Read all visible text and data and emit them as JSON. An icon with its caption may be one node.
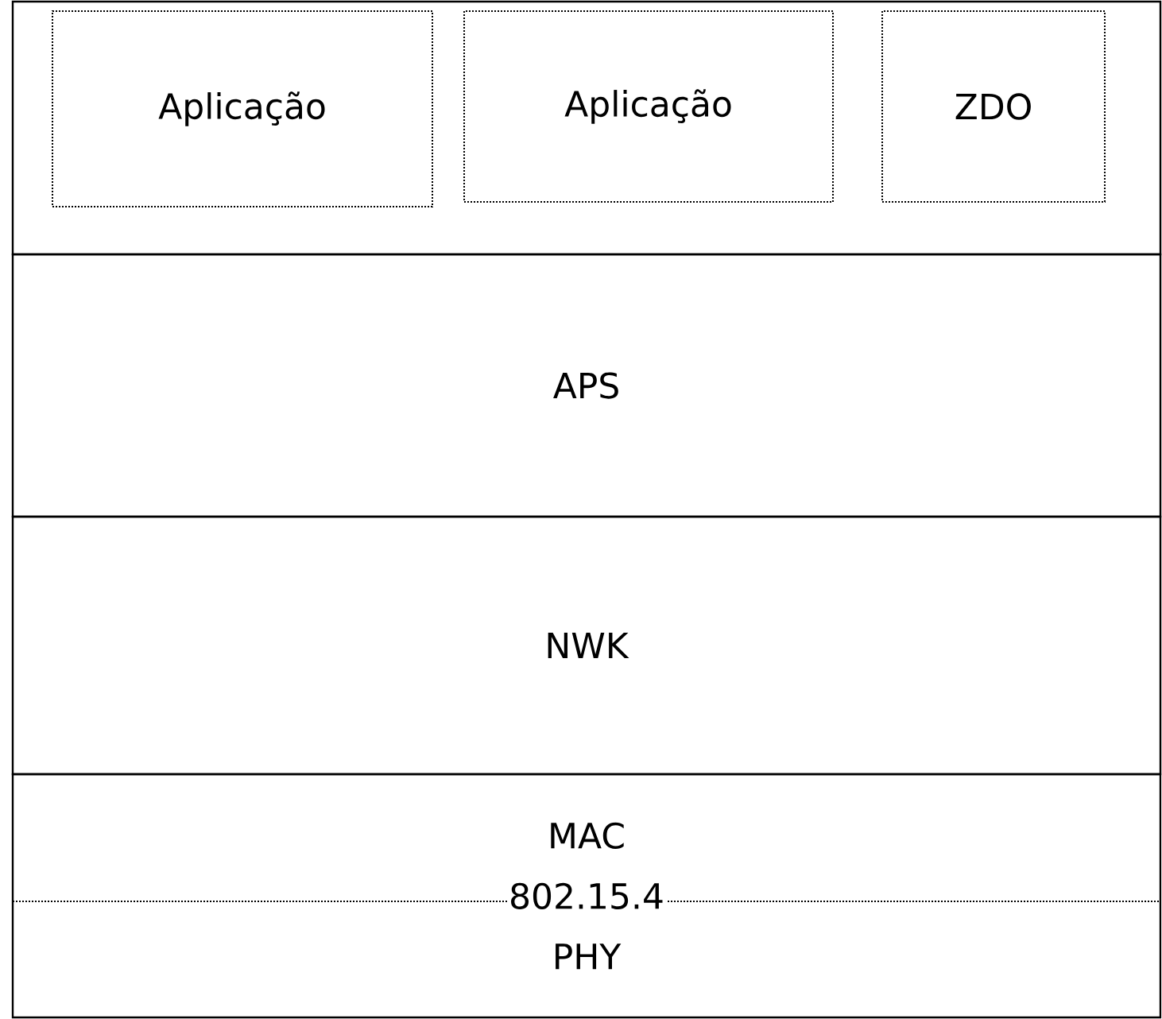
{
  "diagram": {
    "nodes": [
      {
        "text": [],
        "shape": "box"
      },
      {
        "text": [
          "Aplicação"
        ],
        "in": 0
      },
      {
        "text": [
          "Aplicação"
        ],
        "in": 0
      },
      {
        "text": [
          "ZDO"
        ],
        "in": 0
      },
      {
        "text": [
          "APS"
        ]
      },
      {
        "text": [
          "NWK"
        ]
      },
      {
        "text": [
          "MAC",
          "802.15.4",
          "PHY"
        ]
      }
    ],
    "edges": []
  }
}
